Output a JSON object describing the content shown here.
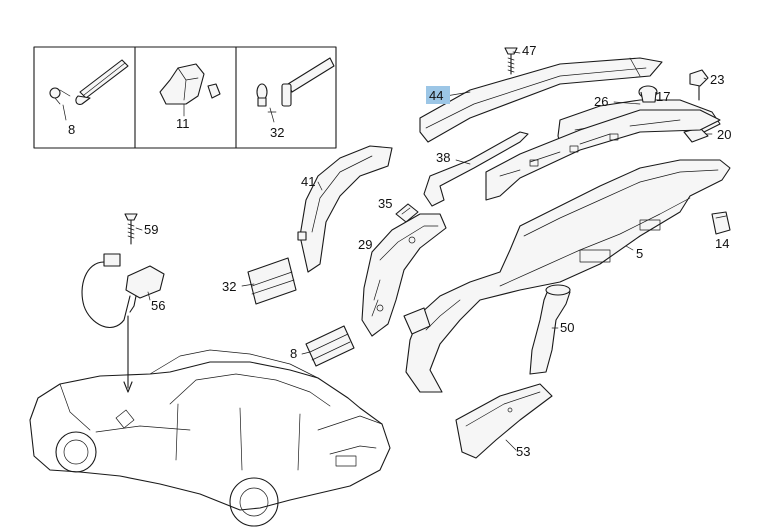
{
  "callouts": {
    "p8_box": "8",
    "p11": "11",
    "p32_box": "32",
    "p47": "47",
    "p44": "44",
    "p23": "23",
    "p26": "26",
    "p17": "17",
    "p20": "20",
    "p38": "38",
    "p41": "41",
    "p35": "35",
    "p29": "29",
    "p5": "5",
    "p14": "14",
    "p59": "59",
    "p56": "56",
    "p32": "32",
    "p50": "50",
    "p8": "8",
    "p53": "53"
  },
  "colors": {
    "line": "#1a1a1a",
    "highlight": "#9cc6e6",
    "background": "#ffffff"
  }
}
